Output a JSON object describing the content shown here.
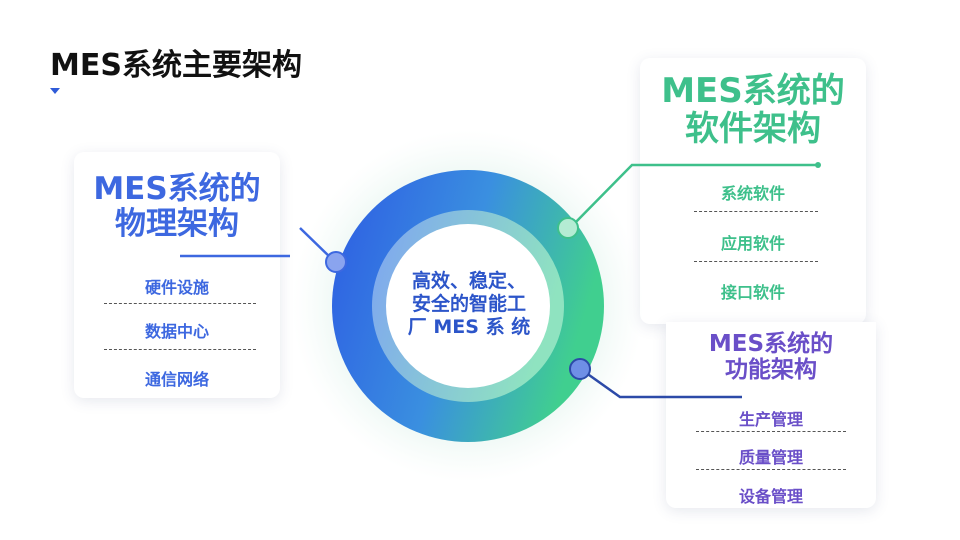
{
  "title": "MES系统主要架构",
  "center": {
    "line1": "高效、稳定、",
    "line2": "安全的智能工",
    "line3": "厂 MES 系 统"
  },
  "physical": {
    "title_line1": "MES系统的",
    "title_line2": "物理架构",
    "items": [
      "硬件设施",
      "数据中心",
      "通信网络"
    ],
    "color": "#3d68e0"
  },
  "software": {
    "title_line1": "MES系统的",
    "title_line2": "软件架构",
    "items": [
      "系统软件",
      "应用软件",
      "接口软件"
    ],
    "color": "#3ec08b"
  },
  "function": {
    "title_line1": "MES系统的",
    "title_line2": "功能架构",
    "items": [
      "生产管理",
      "质量管理",
      "设备管理"
    ],
    "color": "#6a4fc8"
  }
}
